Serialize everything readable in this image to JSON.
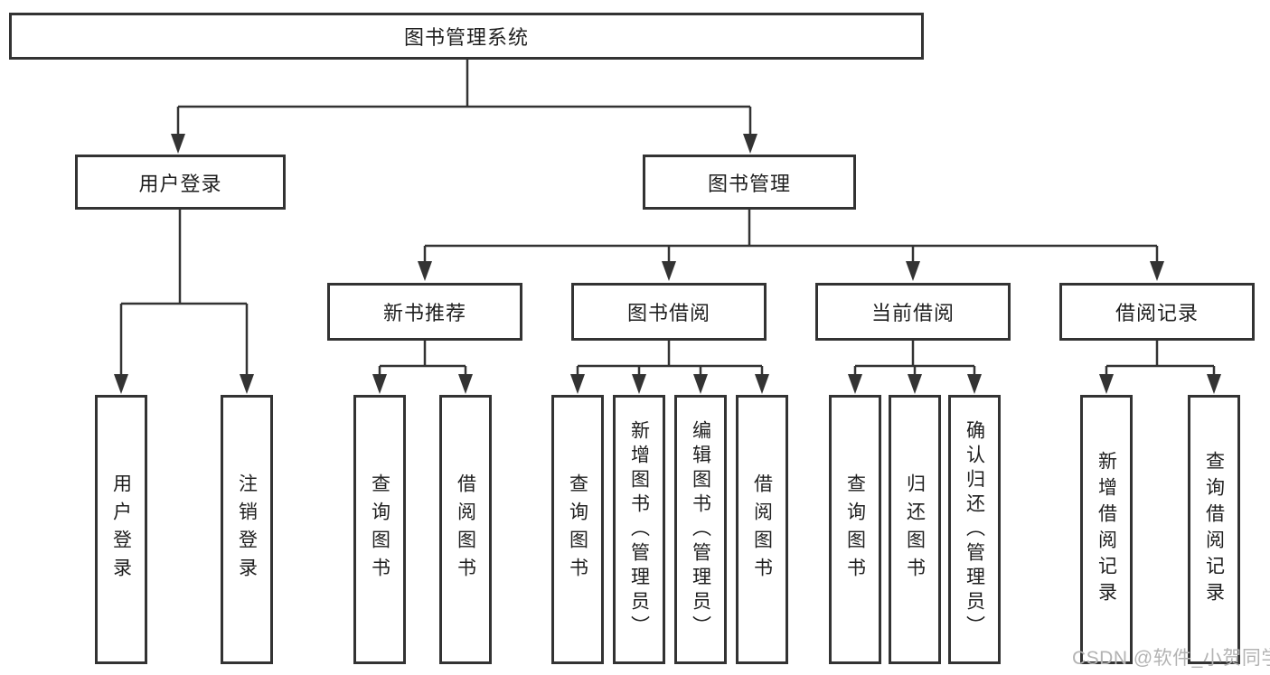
{
  "diagram": {
    "title": "图书管理系统",
    "branches": [
      {
        "label": "用户登录",
        "children": [
          {
            "label": "用户登录"
          },
          {
            "label": "注销登录"
          }
        ]
      },
      {
        "label": "图书管理",
        "children": [
          {
            "label": "新书推荐",
            "children": [
              {
                "label": "查询图书"
              },
              {
                "label": "借阅图书"
              }
            ]
          },
          {
            "label": "图书借阅",
            "children": [
              {
                "label": "查询图书"
              },
              {
                "label": "新增图书（管理员）"
              },
              {
                "label": "编辑图书（管理员）"
              },
              {
                "label": "借阅图书"
              }
            ]
          },
          {
            "label": "当前借阅",
            "children": [
              {
                "label": "查询图书"
              },
              {
                "label": "归还图书"
              },
              {
                "label": "确认归还（管理员）"
              }
            ]
          },
          {
            "label": "借阅记录",
            "children": [
              {
                "label": "新增借阅记录"
              },
              {
                "label": "查询借阅记录"
              }
            ]
          }
        ]
      }
    ]
  },
  "watermark": {
    "text": "CSDN @软件_小贺同学"
  },
  "colors": {
    "line": "#333333",
    "border": "#333333",
    "text": "#1f1f1f",
    "watermark": "#b3b3b3",
    "background": "#ffffff"
  }
}
